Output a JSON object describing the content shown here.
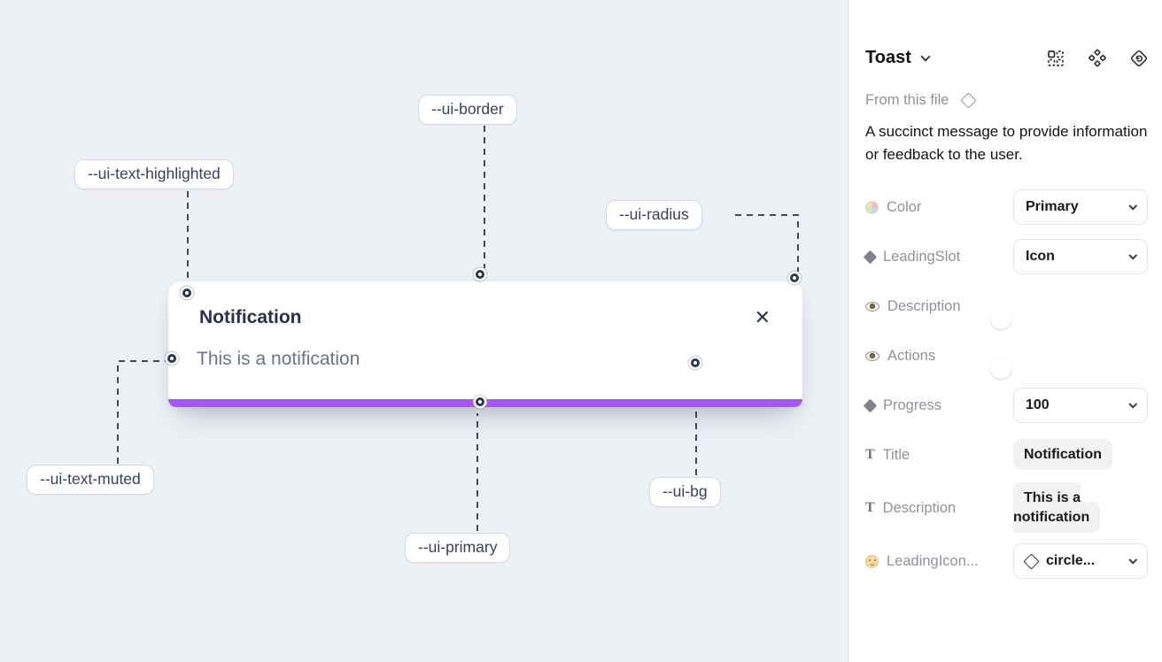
{
  "colors": {
    "canvas_bg": "#edf1f6",
    "primary_purple": "#a855f7",
    "toggle_blue": "#1e9bf0",
    "annotation_line": "#3d4960"
  },
  "canvas": {
    "toast": {
      "title": "Notification",
      "description": "This is a notification",
      "close_glyph": "✕"
    },
    "annotations": [
      {
        "label": "--ui-border"
      },
      {
        "label": "--ui-text-highlighted"
      },
      {
        "label": "--ui-radius"
      },
      {
        "label": "--ui-text-muted"
      },
      {
        "label": "--ui-primary"
      },
      {
        "label": "--ui-bg"
      }
    ]
  },
  "panel": {
    "title": "Toast",
    "header_icons": [
      "instance-swap-icon",
      "component-icon",
      "return-to-instance-icon"
    ],
    "source_label": "From this file",
    "description": "A succinct message to provide information or feedback to the user.",
    "properties": [
      {
        "icon": "palette-icon",
        "label": "Color",
        "control": "dropdown",
        "value": "Primary"
      },
      {
        "icon": "diamond-icon",
        "label": "LeadingSlot",
        "control": "dropdown",
        "value": "Icon"
      },
      {
        "icon": "eye-icon",
        "label": "Description",
        "control": "toggle",
        "value": "on"
      },
      {
        "icon": "eye-icon",
        "label": "Actions",
        "control": "toggle",
        "value": "on"
      },
      {
        "icon": "diamond-icon",
        "label": "Progress",
        "control": "dropdown",
        "value": "100"
      },
      {
        "icon": "text-icon",
        "label": "Title",
        "control": "text-field",
        "value": "Notification"
      },
      {
        "icon": "text-icon",
        "label": "Description",
        "control": "text-field",
        "value": "This is a notification"
      },
      {
        "icon": "smiley-icon",
        "label": "LeadingIcon...",
        "control": "icon-dropdown",
        "value": "circle..."
      }
    ]
  }
}
